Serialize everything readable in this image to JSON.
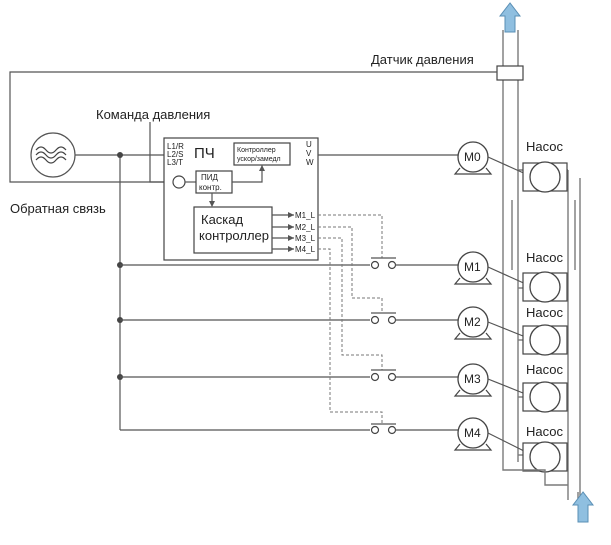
{
  "labels": {
    "pressure_sensor": "Датчик давления",
    "pressure_command": "Команда давления",
    "feedback": "Обратная связь",
    "inverter": "ПЧ",
    "inputs": [
      "L1/R",
      "L2/S",
      "L3/T"
    ],
    "outputs": [
      "U",
      "V",
      "W"
    ],
    "accel_ctrl": [
      "Контроллер",
      "ускор/замедл"
    ],
    "pid_ctrl": [
      "ПИД",
      "контр."
    ],
    "cascade_ctrl": [
      "Каскад",
      "контроллер"
    ],
    "relay_outputs": [
      "M1_L",
      "M2_L",
      "M3_L",
      "M4_L"
    ],
    "motors": [
      "M0",
      "M1",
      "M2",
      "M3",
      "M4"
    ],
    "pump": "Насос"
  },
  "colors": {
    "arrow_fill": "#8fbfe0",
    "arrow_stroke": "#5a8fb5"
  },
  "icons": {
    "ac_source": "sine-wave-icon",
    "flow_arrow": "arrow-up-icon",
    "motor": "motor-icon",
    "pump": "pump-icon",
    "contact": "contactor-icon"
  }
}
